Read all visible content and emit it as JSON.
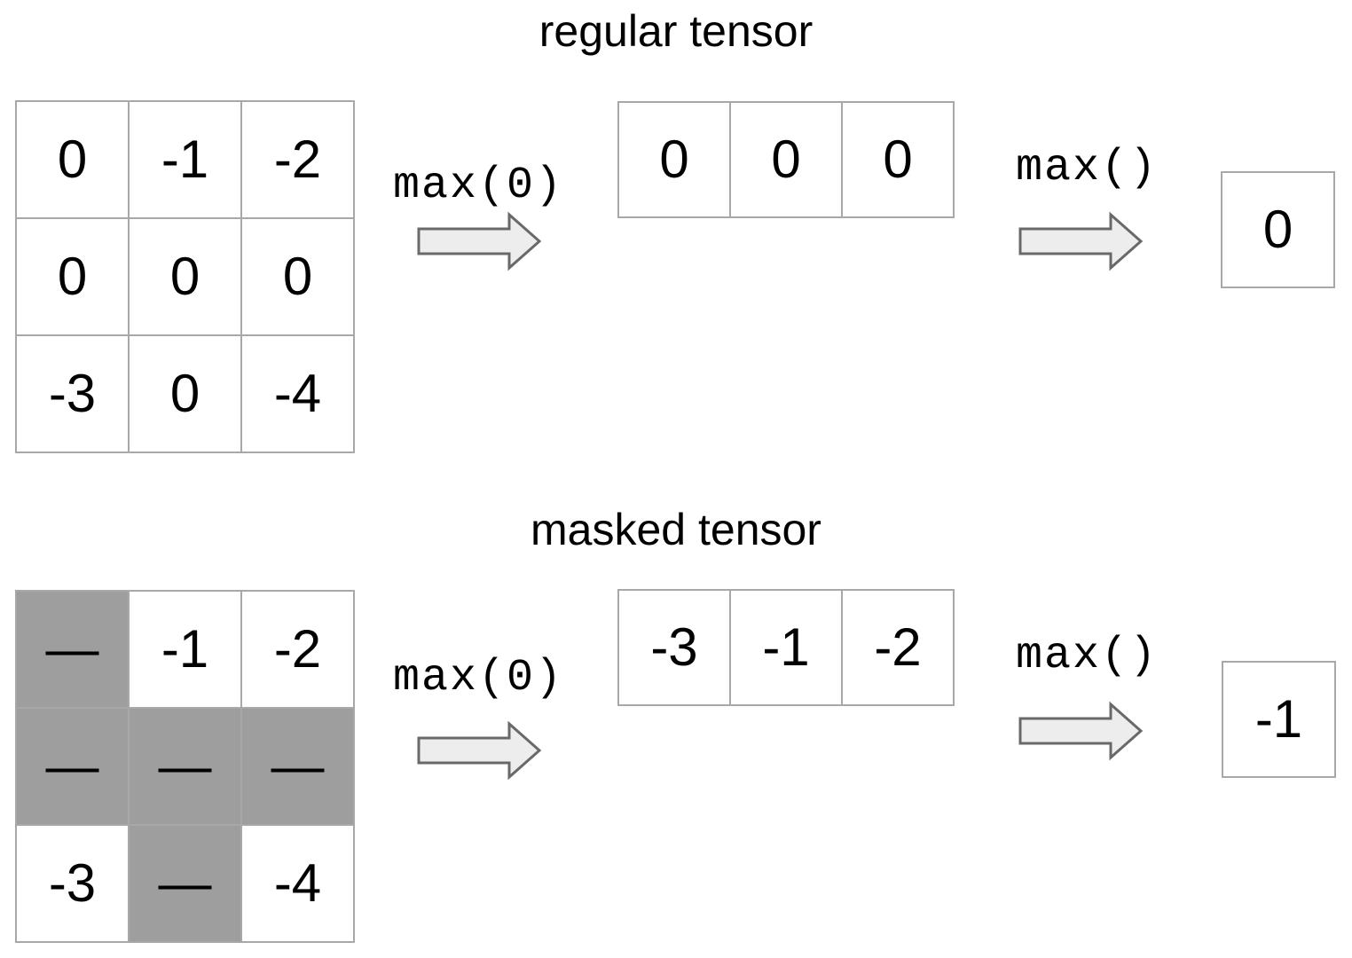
{
  "colors": {
    "mask_fill": "#9e9e9e",
    "grid_border": "#a8a8a8",
    "arrow_fill": "#ededed",
    "arrow_border": "#696969",
    "text": "#000000"
  },
  "sections": [
    {
      "title": "regular tensor",
      "matrix": {
        "rows": [
          [
            "0",
            "-1",
            "-2"
          ],
          [
            "0",
            "0",
            "0"
          ],
          [
            "-3",
            "0",
            "-4"
          ]
        ],
        "masked": [
          [
            false,
            false,
            false
          ],
          [
            false,
            false,
            false
          ],
          [
            false,
            false,
            false
          ]
        ]
      },
      "reduce_dim_label": "max(0)",
      "reduced_row": [
        "0",
        "0",
        "0"
      ],
      "reduce_all_label": "max()",
      "result": "0"
    },
    {
      "title": "masked tensor",
      "matrix": {
        "rows": [
          [
            "—",
            "-1",
            "-2"
          ],
          [
            "—",
            "—",
            "—"
          ],
          [
            "-3",
            "—",
            "-4"
          ]
        ],
        "masked": [
          [
            true,
            false,
            false
          ],
          [
            true,
            true,
            true
          ],
          [
            false,
            true,
            false
          ]
        ]
      },
      "reduce_dim_label": "max(0)",
      "reduced_row": [
        "-3",
        "-1",
        "-2"
      ],
      "reduce_all_label": "max()",
      "result": "-1"
    }
  ]
}
